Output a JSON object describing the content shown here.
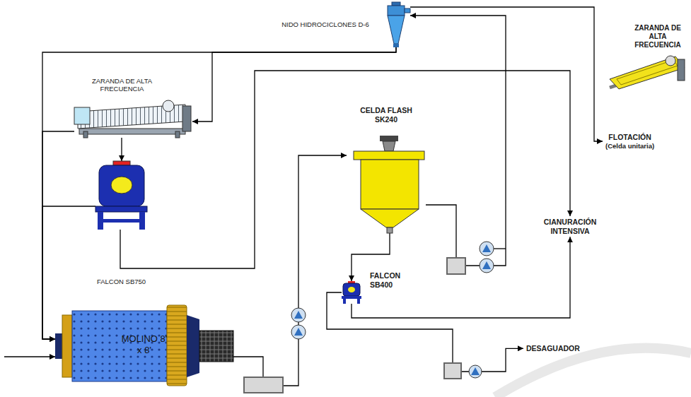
{
  "diagram": {
    "nodes": [
      {
        "text": [
          "NIDO HIDROCICLONES D-6"
        ]
      },
      {
        "text": [
          "ZARANDA DE ALTA FRECUENCIA"
        ]
      },
      {
        "text": [
          "ZARANDA DE ALTA FRECUENCIA"
        ]
      },
      {
        "text": [
          "CELDA FLASH SK240"
        ]
      },
      {
        "text": [
          "FLOTACIÓN",
          "(Celda unitaria)"
        ]
      },
      {
        "text": [
          "CIANURACIÓN INTENSIVA"
        ]
      },
      {
        "text": [
          "FALCON SB750"
        ]
      },
      {
        "text": [
          "FALCON SB400"
        ]
      },
      {
        "text": [
          "MOLINO 8' x 8'"
        ]
      },
      {
        "text": [
          "DESAGUADOR"
        ]
      }
    ],
    "edges": [
      {
        "from": 0,
        "to": 4,
        "arrow": "to"
      },
      {
        "from": 0,
        "to": 2,
        "arrow": "to"
      },
      {
        "from": 0,
        "to": 8,
        "arrow": "to"
      },
      {
        "from": 2,
        "to": 8,
        "arrow": "to"
      },
      {
        "from": 2,
        "to": 6,
        "arrow": "to"
      },
      {
        "from": 6,
        "to": 8,
        "arrow": "to"
      },
      {
        "from": 6,
        "to": 5,
        "arrow": "to"
      },
      {
        "from": 8,
        "to": 3,
        "arrow": "to"
      },
      {
        "from": 3,
        "to": 0,
        "arrow": "to"
      },
      {
        "from": 3,
        "to": 7,
        "arrow": "to"
      },
      {
        "from": 7,
        "to": 5,
        "arrow": "to"
      },
      {
        "from": 7,
        "to": 9,
        "arrow": "to"
      }
    ]
  }
}
